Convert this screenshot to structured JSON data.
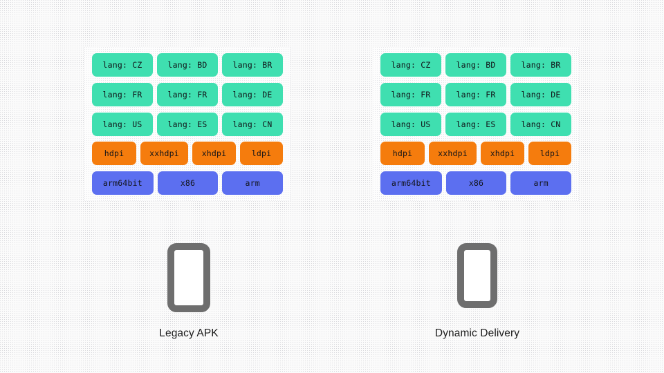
{
  "slide": {
    "background_color": "#fbfbfb",
    "panel_background_color": "#fdfdfd"
  },
  "palette": {
    "lang_chip": "#3fdfb0",
    "dpi_chip": "#f57c0d",
    "abi_chip": "#5c6ff0",
    "phone_outline": "#6e6e6e",
    "caption_text": "#1b1b1b",
    "chip_text": "#111318"
  },
  "columns": [
    {
      "id": "legacy-apk",
      "caption": "Legacy APK",
      "phone_icon": "phone-icon",
      "panel": {
        "rows": [
          {
            "type": "lang",
            "chips": [
              "lang: CZ",
              "lang: BD",
              "lang: BR"
            ]
          },
          {
            "type": "lang",
            "chips": [
              "lang: FR",
              "lang: FR",
              "lang: DE"
            ]
          },
          {
            "type": "lang",
            "chips": [
              "lang: US",
              "lang: ES",
              "lang: CN"
            ]
          },
          {
            "type": "dpi",
            "chips": [
              "hdpi",
              "xxhdpi",
              "xhdpi",
              "ldpi"
            ]
          },
          {
            "type": "abi",
            "chips": [
              "arm64bit",
              "x86",
              "arm"
            ]
          }
        ]
      }
    },
    {
      "id": "dynamic-delivery",
      "caption": "Dynamic Delivery",
      "phone_icon": "phone-icon",
      "panel": {
        "rows": [
          {
            "type": "lang",
            "chips": [
              "lang: CZ",
              "lang: BD",
              "lang: BR"
            ]
          },
          {
            "type": "lang",
            "chips": [
              "lang: FR",
              "lang: FR",
              "lang: DE"
            ]
          },
          {
            "type": "lang",
            "chips": [
              "lang: US",
              "lang: ES",
              "lang: CN"
            ]
          },
          {
            "type": "dpi",
            "chips": [
              "hdpi",
              "xxhdpi",
              "xhdpi",
              "ldpi"
            ]
          },
          {
            "type": "abi",
            "chips": [
              "arm64bit",
              "x86",
              "arm"
            ]
          }
        ]
      }
    }
  ]
}
